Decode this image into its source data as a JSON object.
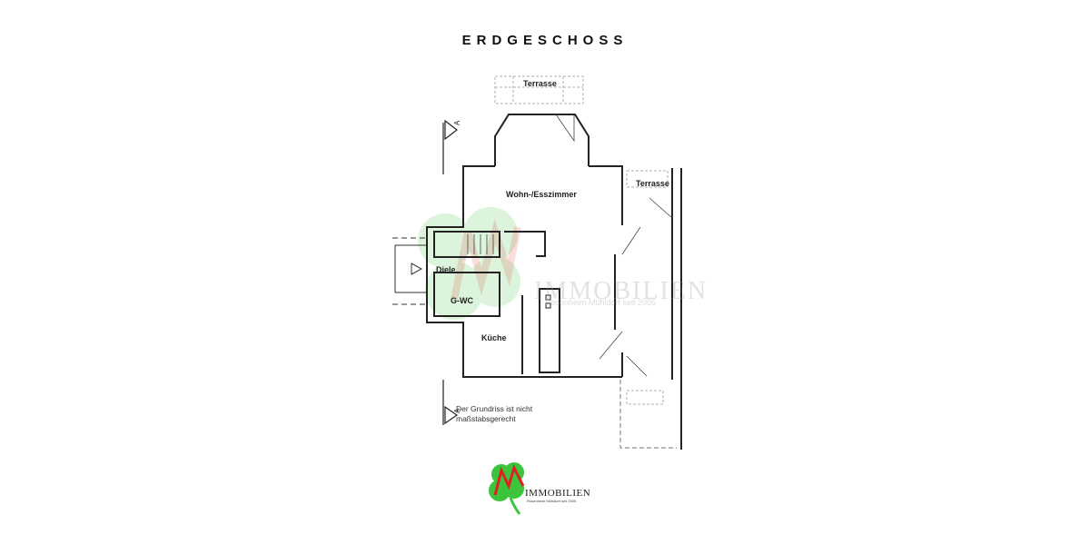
{
  "plan": {
    "title": "ERDGESCHOSS",
    "rooms": {
      "terrasse_top": "Terrasse",
      "terrasse_right": "Terrasse",
      "wohn_ess": "Wohn-/Esszimmer",
      "diele": "Diele",
      "gwc": "G-WC",
      "kueche": "Küche"
    },
    "section_marker": "A",
    "note_line1": "Der Grundriss ist nicht",
    "note_line2": "maßstabsgerecht"
  },
  "watermark": {
    "text": "IMMOBILIEN",
    "subtext": "Rosenheim Mühldorf seit 2005",
    "initials": "MW"
  },
  "logo": {
    "initials": "MW",
    "text": "IMMOBILIEN",
    "subtext": "Rosenheim Mühldorf seit 2005",
    "colors": {
      "clover": "#3cc43c",
      "initials": "#e02020"
    }
  }
}
